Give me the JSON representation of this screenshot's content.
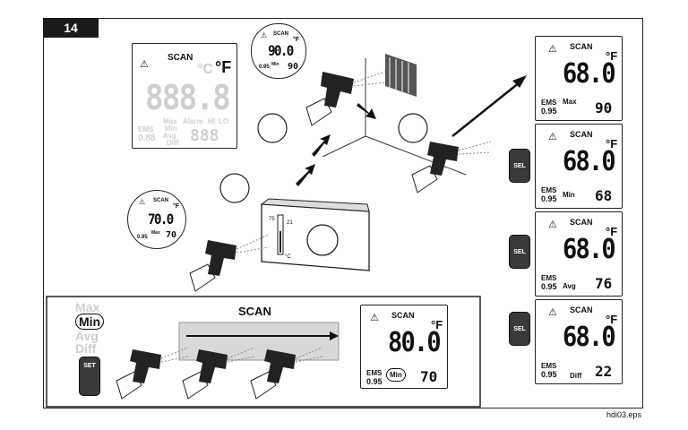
{
  "figure": {
    "step_number": "14",
    "footer_code": "hdi03.eps",
    "scan_banner": "SCAN"
  },
  "lcd_all_segments": {
    "scan": "SCAN",
    "unit_c": "°C",
    "unit_f": "°F",
    "digits": "888.8",
    "ems": "EMS",
    "ems_value": "0.88",
    "labels": [
      "Max",
      "Alarm",
      "HI",
      "LO",
      "Min",
      "Avg",
      "Diff"
    ],
    "small_digits": "888"
  },
  "lcd_top_meter": {
    "scan": "SCAN",
    "unit": "°F",
    "value": "90.0",
    "ems_value": "0.95",
    "mode": "Min",
    "small": "90"
  },
  "lcd_left_meter": {
    "scan": "SCAN",
    "unit": "°F",
    "value": "70.0",
    "ems_value": "0.95",
    "mode": "Max",
    "small": "70"
  },
  "thermostat": {
    "scale_top": "75",
    "scale_mid": "21",
    "scale_unit": "°C"
  },
  "right_displays": [
    {
      "scan": "SCAN",
      "unit": "°F",
      "value": "68.0",
      "ems": "EMS",
      "ems_value": "0.95",
      "mode": "Max",
      "small": "90"
    },
    {
      "scan": "SCAN",
      "unit": "°F",
      "value": "68.0",
      "ems": "EMS",
      "ems_value": "0.95",
      "mode": "Min",
      "small": "68"
    },
    {
      "scan": "SCAN",
      "unit": "°F",
      "value": "68.0",
      "ems": "EMS",
      "ems_value": "0.95",
      "mode": "Avg",
      "small": "76"
    },
    {
      "scan": "SCAN",
      "unit": "°F",
      "value": "68.0",
      "ems": "EMS",
      "ems_value": "0.95",
      "mode": "Diff",
      "small": "22"
    }
  ],
  "sel_buttons": [
    "SEL",
    "SEL",
    "SEL"
  ],
  "mode_list": [
    "Max",
    "Min",
    "Avg",
    "Diff"
  ],
  "set_button": "SET",
  "bottom_display": {
    "scan": "SCAN",
    "unit": "°F",
    "value": "80.0",
    "ems": "EMS",
    "ems_value": "0.95",
    "mode": "Min",
    "small": "70"
  }
}
